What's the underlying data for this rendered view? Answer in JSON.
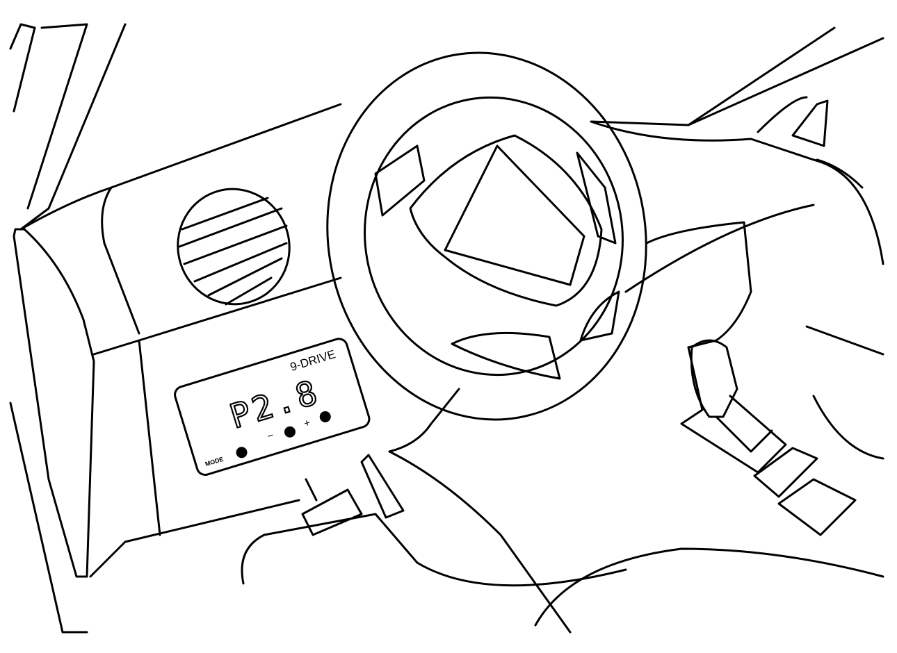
{
  "device": {
    "brand": "9-DRIVE",
    "display": "P2.8",
    "buttons": {
      "mode_label": "MODE",
      "minus_label": "−",
      "plus_label": "+"
    }
  }
}
